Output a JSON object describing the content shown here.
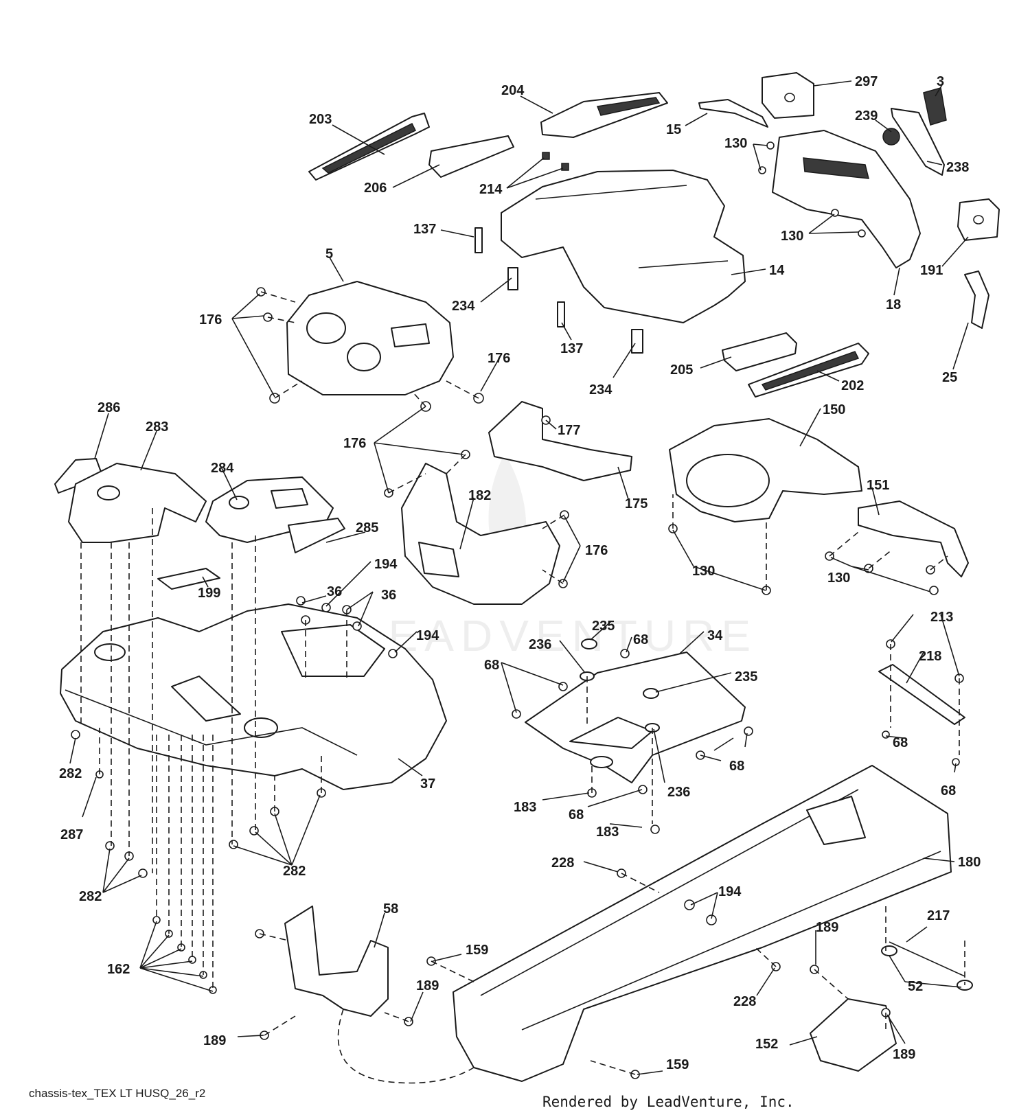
{
  "diagram": {
    "watermark": "LEADVENTURE",
    "footer_code": "chassis-tex_TEX LT HUSQ_26_r2",
    "credit": "Rendered by LeadVenture, Inc.",
    "callouts": {
      "c203": "203",
      "c204": "204",
      "c297": "297",
      "c3": "3",
      "c15": "15",
      "c239": "239",
      "c130a": "130",
      "c238": "238",
      "c206": "206",
      "c214": "214",
      "c137a": "137",
      "c130b": "130",
      "c5": "5",
      "c14": "14",
      "c191": "191",
      "c18": "18",
      "c234a": "234",
      "c176a": "176",
      "c137b": "137",
      "c25": "25",
      "c176b": "176",
      "c234b": "234",
      "c205": "205",
      "c202": "202",
      "c286": "286",
      "c283": "283",
      "c150": "150",
      "c177": "177",
      "c284": "284",
      "c176c": "176",
      "c151": "151",
      "c285": "285",
      "c182": "182",
      "c175": "175",
      "c176d": "176",
      "c36a": "36",
      "c194a": "194",
      "c199": "199",
      "c36b": "36",
      "c130c": "130",
      "c130d": "130",
      "c235a": "235",
      "c34": "34",
      "c213": "213",
      "c194b": "194",
      "c236a": "236",
      "c68a": "68",
      "c68b": "68",
      "c218": "218",
      "c235b": "235",
      "c68c": "68",
      "c68d": "68",
      "c282a": "282",
      "c37": "37",
      "c236b": "236",
      "c68e": "68",
      "c183a": "183",
      "c68f": "68",
      "c287": "287",
      "c183b": "183",
      "c228a": "228",
      "c180": "180",
      "c282b": "282",
      "c282c": "282",
      "c194c": "194",
      "c58": "58",
      "c217": "217",
      "c189a": "189",
      "c159a": "159",
      "c162": "162",
      "c189b": "189",
      "c52": "52",
      "c228b": "228",
      "c189c": "189",
      "c152": "152",
      "c189d": "189",
      "c159b": "159"
    }
  }
}
